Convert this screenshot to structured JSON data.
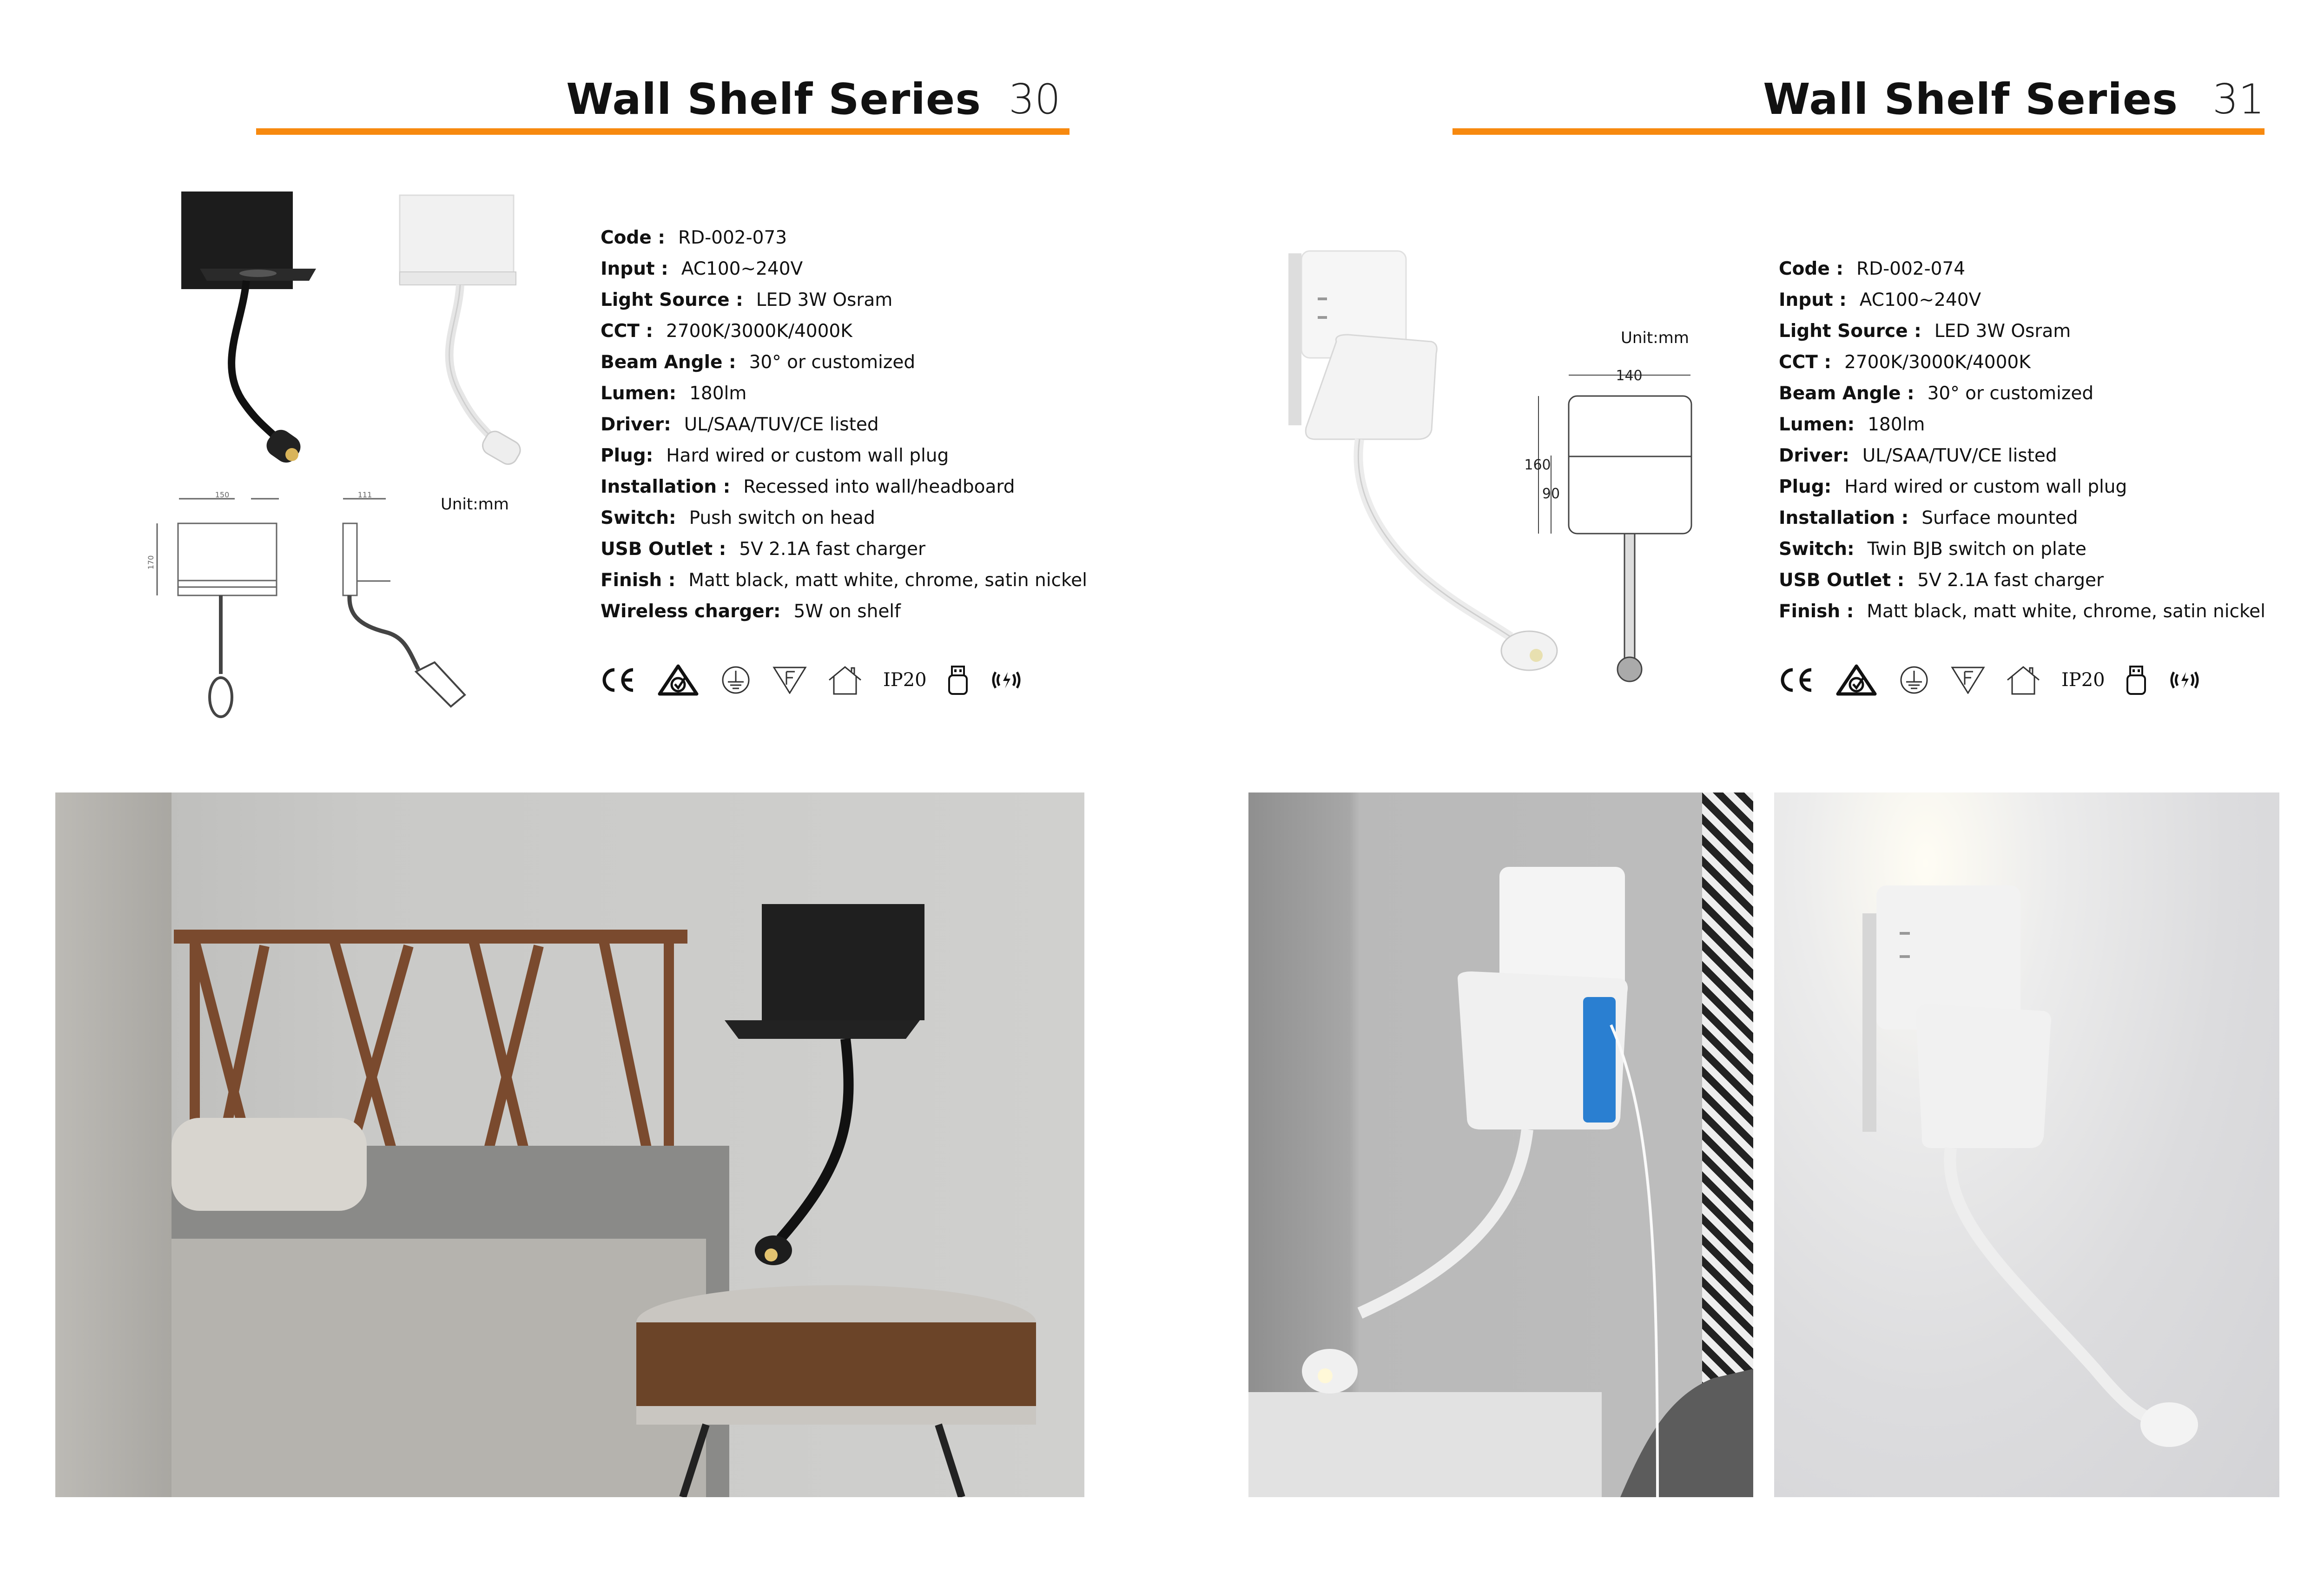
{
  "colors": {
    "accent": "#f7890f",
    "text": "#111111"
  },
  "left_page": {
    "header": {
      "title": "Wall Shelf Series",
      "page_number": "30"
    },
    "drawing": {
      "unit_label": "Unit:mm",
      "width_dim": "150",
      "height_dim": "170",
      "side_dim": "111"
    },
    "specs": [
      {
        "label": "Code :",
        "value": "RD-002-073"
      },
      {
        "label": "Input :",
        "value": "AC100~240V"
      },
      {
        "label": "Light Source :",
        "value": "LED 3W Osram"
      },
      {
        "label": "CCT :",
        "value": "2700K/3000K/4000K"
      },
      {
        "label": "Beam Angle :",
        "value": "30° or customized"
      },
      {
        "label": "Lumen:",
        "value": "180lm"
      },
      {
        "label": "Driver:",
        "value": "UL/SAA/TUV/CE listed"
      },
      {
        "label": "Plug:",
        "value": "Hard wired or custom wall plug"
      },
      {
        "label": "Installation :",
        "value": "Recessed into wall/headboard"
      },
      {
        "label": "Switch:",
        "value": "Push switch on head"
      },
      {
        "label": "USB Outlet :",
        "value": "5V 2.1A fast charger"
      },
      {
        "label": "Finish :",
        "value": "Matt black, matt white, chrome, satin nickel"
      },
      {
        "label": "Wireless charger:",
        "value": "5W on shelf"
      }
    ],
    "certifications": [
      "ce-mark",
      "rcm-mark",
      "earth-class-i",
      "f-mark",
      "indoor-use",
      "IP20",
      "usb",
      "wireless-charging"
    ],
    "ip_rating": "IP20"
  },
  "right_page": {
    "header": {
      "title": "Wall Shelf Series",
      "page_number": "31"
    },
    "drawing": {
      "unit_label": "Unit:mm",
      "width_dim": "140",
      "height_dim": "160",
      "shelf_dim": "90"
    },
    "specs": [
      {
        "label": "Code :",
        "value": "RD-002-074"
      },
      {
        "label": "Input :",
        "value": "AC100~240V"
      },
      {
        "label": "Light Source :",
        "value": "LED 3W Osram"
      },
      {
        "label": "CCT :",
        "value": "2700K/3000K/4000K"
      },
      {
        "label": "Beam Angle :",
        "value": "30° or customized"
      },
      {
        "label": "Lumen:",
        "value": "180lm"
      },
      {
        "label": "Driver:",
        "value": "UL/SAA/TUV/CE listed"
      },
      {
        "label": "Plug:",
        "value": "Hard wired or custom wall plug"
      },
      {
        "label": "Installation :",
        "value": "Surface mounted"
      },
      {
        "label": "Switch:",
        "value": "Twin BJB switch on plate"
      },
      {
        "label": "USB Outlet :",
        "value": "5V 2.1A fast charger"
      },
      {
        "label": "Finish :",
        "value": "Matt black, matt white, chrome, satin nickel"
      }
    ],
    "certifications": [
      "ce-mark",
      "rcm-mark",
      "earth-class-i",
      "f-mark",
      "indoor-use",
      "IP20",
      "usb",
      "wireless-charging"
    ],
    "ip_rating": "IP20"
  }
}
